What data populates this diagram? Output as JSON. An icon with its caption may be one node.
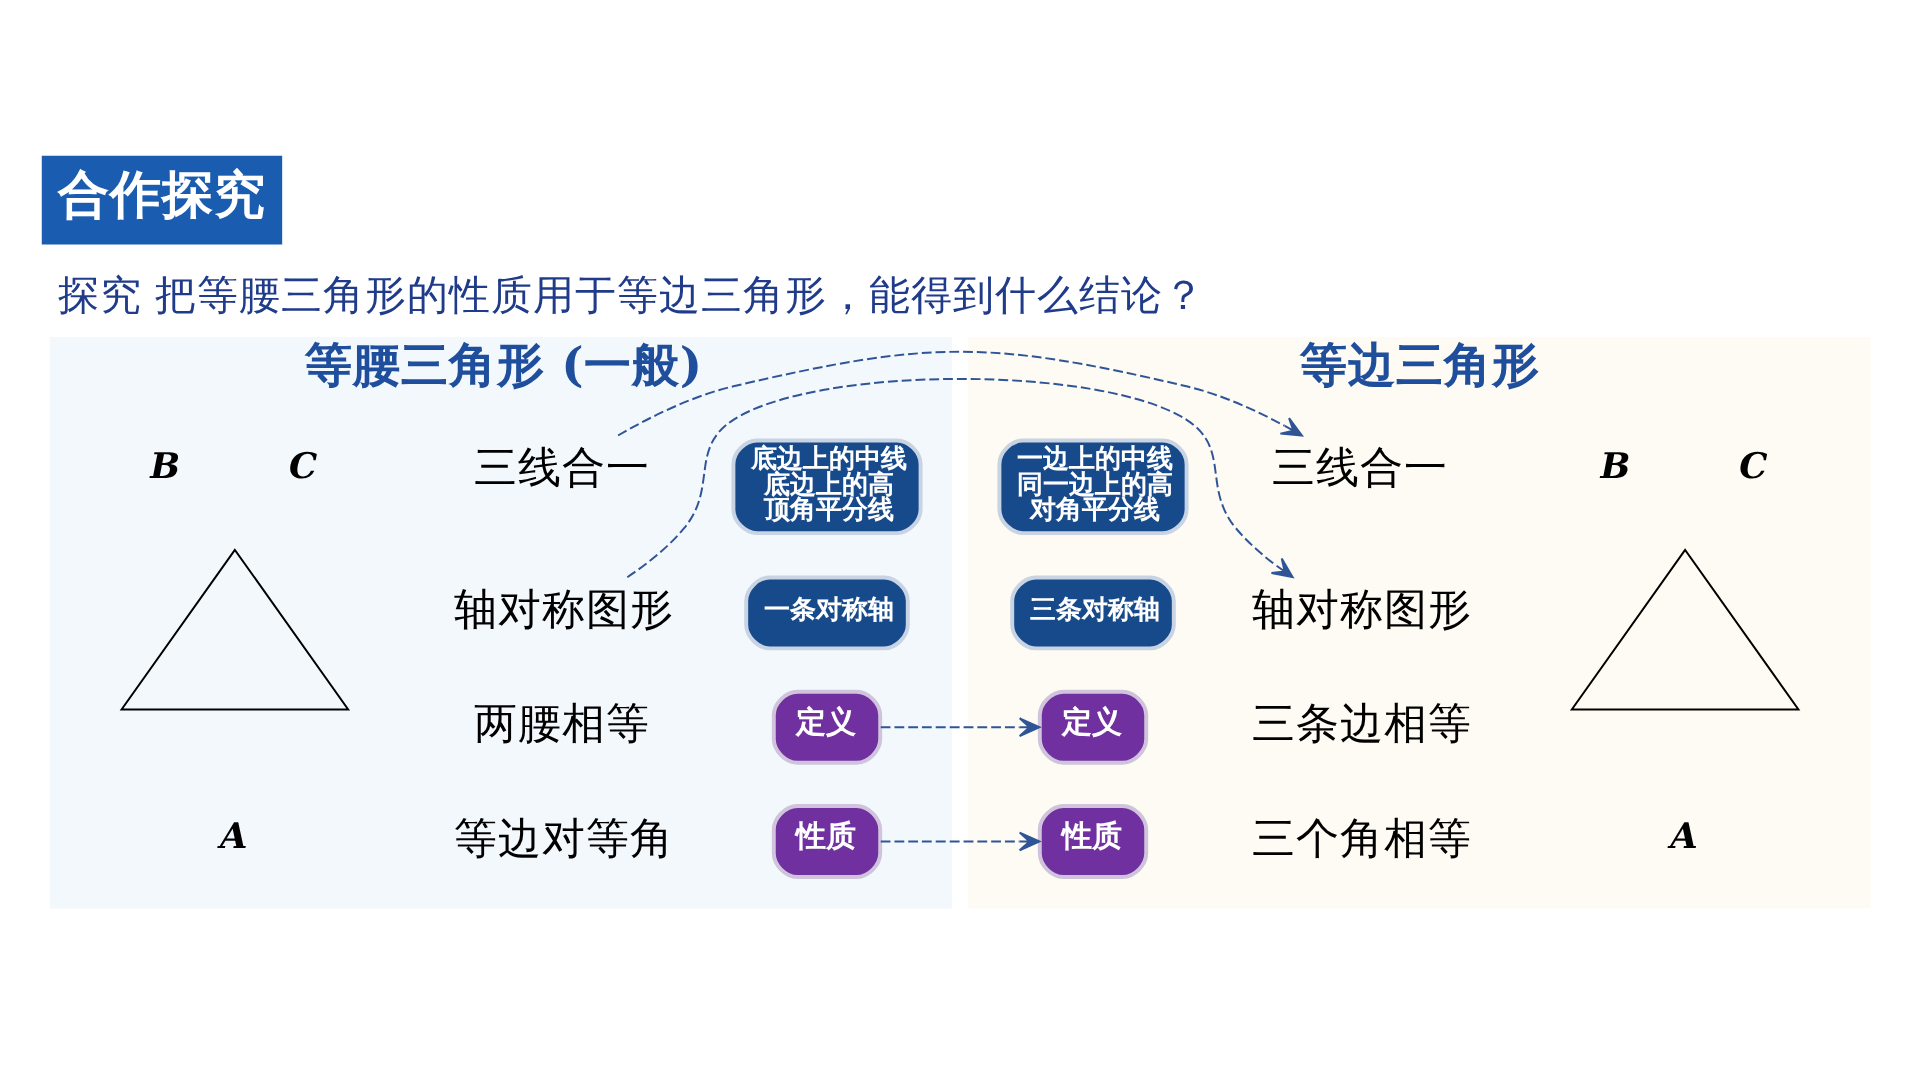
{
  "diagram": {
    "title": "合作探究",
    "nodes": [
      {
        "text": [
          "等腰三角形 (一般)"
        ]
      },
      {
        "text": [
          "两腰相等"
        ],
        "in": 0
      },
      {
        "text": [
          "定义"
        ],
        "in": 0
      },
      {
        "text": [
          "等边对等角"
        ],
        "in": 0
      },
      {
        "text": [
          "性质"
        ],
        "in": 0
      },
      {
        "text": [
          "轴对称图形"
        ],
        "in": 0
      },
      {
        "text": [
          "一条对称轴"
        ],
        "in": 0
      },
      {
        "text": [
          "三线合一"
        ],
        "in": 0
      },
      {
        "text": [
          "底边上的中线",
          "底边上的高",
          "顶角平分线"
        ],
        "in": 0
      },
      {
        "text": [
          "等边三角形"
        ]
      },
      {
        "text": [
          "定义"
        ],
        "in": 9
      },
      {
        "text": [
          "三条边相等"
        ],
        "in": 9
      },
      {
        "text": [
          "性质"
        ],
        "in": 9
      },
      {
        "text": [
          "三个角相等"
        ],
        "in": 9
      },
      {
        "text": [
          "三条对称轴"
        ],
        "in": 9
      },
      {
        "text": [
          "轴对称图形"
        ],
        "in": 9
      },
      {
        "text": [
          "三线合一"
        ],
        "in": 9
      },
      {
        "text": [
          "一边上的中线",
          "同一边上的高",
          "对角平分线"
        ],
        "in": 9
      },
      {
        "text": [],
        "shape": "triangle",
        "in": 0
      },
      {
        "text": [],
        "shape": "triangle",
        "in": 9
      }
    ],
    "edges": [
      {
        "from": 2,
        "to": 10,
        "arrow": "to",
        "style": "dashed"
      },
      {
        "from": 4,
        "to": 12,
        "arrow": "to",
        "style": "dashed"
      },
      {
        "from": 5,
        "to": 15,
        "arrow": "to",
        "style": "dashed"
      },
      {
        "from": 7,
        "to": 16,
        "arrow": "to",
        "style": "dashed"
      }
    ],
    "labels": [
      "探究 把等腰三角形的性质用于等边三角形，能得到什么结论？",
      "A",
      "B",
      "C",
      "A",
      "B",
      "C"
    ]
  }
}
